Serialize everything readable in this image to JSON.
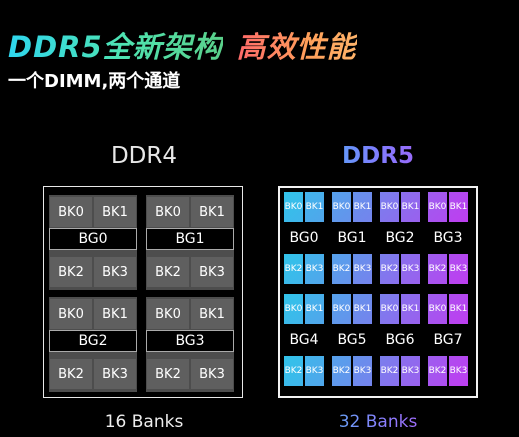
{
  "title": {
    "part1": "DDR5全新架构",
    "part2": "高效性能"
  },
  "subtitle": "一个DIMM,两个通道",
  "ddr4": {
    "heading": "DDR4",
    "caption": "16 Banks",
    "groups": [
      {
        "label": "BG0",
        "banks": [
          "BK0",
          "BK1",
          "BK2",
          "BK3"
        ]
      },
      {
        "label": "BG1",
        "banks": [
          "BK0",
          "BK1",
          "BK2",
          "BK3"
        ]
      },
      {
        "label": "BG2",
        "banks": [
          "BK0",
          "BK1",
          "BK2",
          "BK3"
        ]
      },
      {
        "label": "BG3",
        "banks": [
          "BK0",
          "BK1",
          "BK2",
          "BK3"
        ]
      }
    ]
  },
  "ddr5": {
    "heading": "DDR5",
    "caption": "32 Banks",
    "groups": [
      {
        "label": "BG0",
        "banks": [
          "BK0",
          "BK1",
          "BK2",
          "BK3"
        ]
      },
      {
        "label": "BG1",
        "banks": [
          "BK0",
          "BK1",
          "BK2",
          "BK3"
        ]
      },
      {
        "label": "BG2",
        "banks": [
          "BK0",
          "BK1",
          "BK2",
          "BK3"
        ]
      },
      {
        "label": "BG3",
        "banks": [
          "BK0",
          "BK1",
          "BK2",
          "BK3"
        ]
      },
      {
        "label": "BG4",
        "banks": [
          "BK0",
          "BK1",
          "BK2",
          "BK3"
        ]
      },
      {
        "label": "BG5",
        "banks": [
          "BK0",
          "BK1",
          "BK2",
          "BK3"
        ]
      },
      {
        "label": "BG6",
        "banks": [
          "BK0",
          "BK1",
          "BK2",
          "BK3"
        ]
      },
      {
        "label": "BG7",
        "banks": [
          "BK0",
          "BK1",
          "BK2",
          "BK3"
        ]
      }
    ]
  },
  "colors": {
    "ddr4_group": "#4d4d4d",
    "ddr4_bank": "#5f5f5f",
    "ddr5_gradient_start": "#2fc6ea",
    "ddr5_gradient_end": "#c339f0"
  }
}
